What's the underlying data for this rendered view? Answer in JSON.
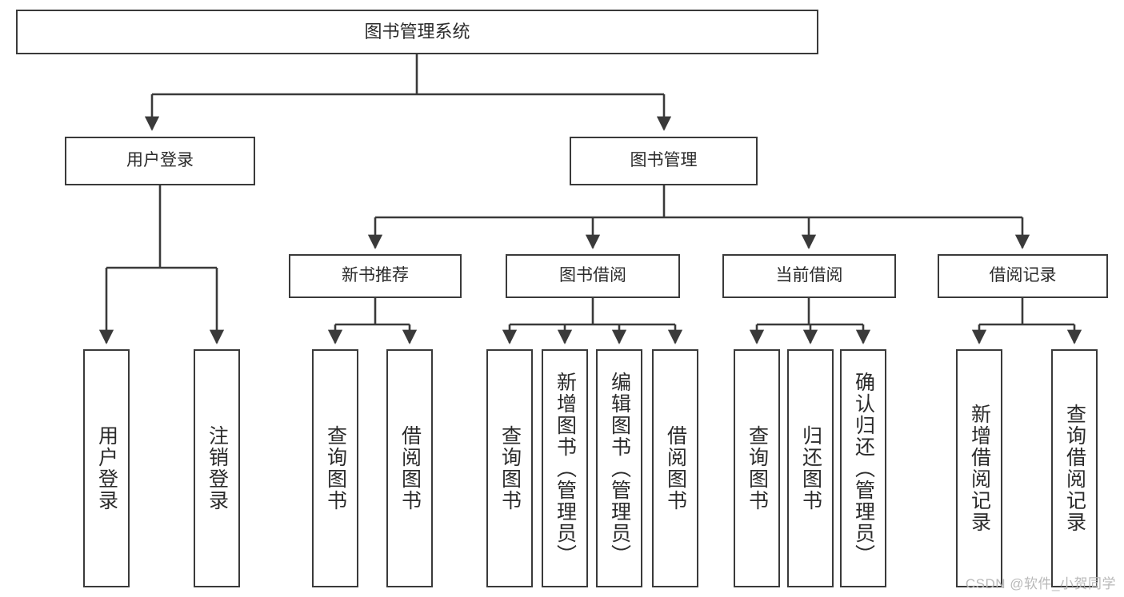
{
  "diagram": {
    "type": "tree-hierarchy",
    "title": "图书管理系统",
    "orientation": "top-down",
    "colors": {
      "box_border": "#3a3a3a",
      "box_fill": "#ffffff",
      "connector": "#3a3a3a",
      "text": "#2b2b2b",
      "watermark": "#b9b9b9",
      "background": "#ffffff"
    },
    "root": {
      "id": "root",
      "label": "图书管理系统"
    },
    "level2": [
      {
        "id": "n-user-login",
        "label": "用户登录"
      },
      {
        "id": "n-book-manage",
        "label": "图书管理"
      }
    ],
    "level3": [
      {
        "id": "n-new-book-rec",
        "label": "新书推荐"
      },
      {
        "id": "n-book-borrow",
        "label": "图书借阅"
      },
      {
        "id": "n-current-borrow",
        "label": "当前借阅"
      },
      {
        "id": "n-borrow-record",
        "label": "借阅记录"
      }
    ],
    "leaves": {
      "user_login": [
        {
          "id": "leaf-user-login",
          "label": "用户登录"
        },
        {
          "id": "leaf-logout-login",
          "label": "注销登录"
        }
      ],
      "new_book_rec": [
        {
          "id": "leaf-query-book-1",
          "label": "查询图书"
        },
        {
          "id": "leaf-borrow-book-1",
          "label": "借阅图书"
        }
      ],
      "book_borrow": [
        {
          "id": "leaf-query-book-2",
          "label": "查询图书"
        },
        {
          "id": "leaf-add-book",
          "label": "新增图书（管理员）"
        },
        {
          "id": "leaf-edit-book",
          "label": "编辑图书（管理员）"
        },
        {
          "id": "leaf-borrow-book-2",
          "label": "借阅图书"
        }
      ],
      "current_borrow": [
        {
          "id": "leaf-query-book-3",
          "label": "查询图书"
        },
        {
          "id": "leaf-return-book",
          "label": "归还图书"
        },
        {
          "id": "leaf-confirm-return",
          "label": "确认归还（管理员）"
        }
      ],
      "borrow_record": [
        {
          "id": "leaf-add-record",
          "label": "新增借阅记录"
        },
        {
          "id": "leaf-query-record",
          "label": "查询借阅记录"
        }
      ]
    }
  },
  "watermark": {
    "text": "CSDN @软件_小贺同学"
  }
}
